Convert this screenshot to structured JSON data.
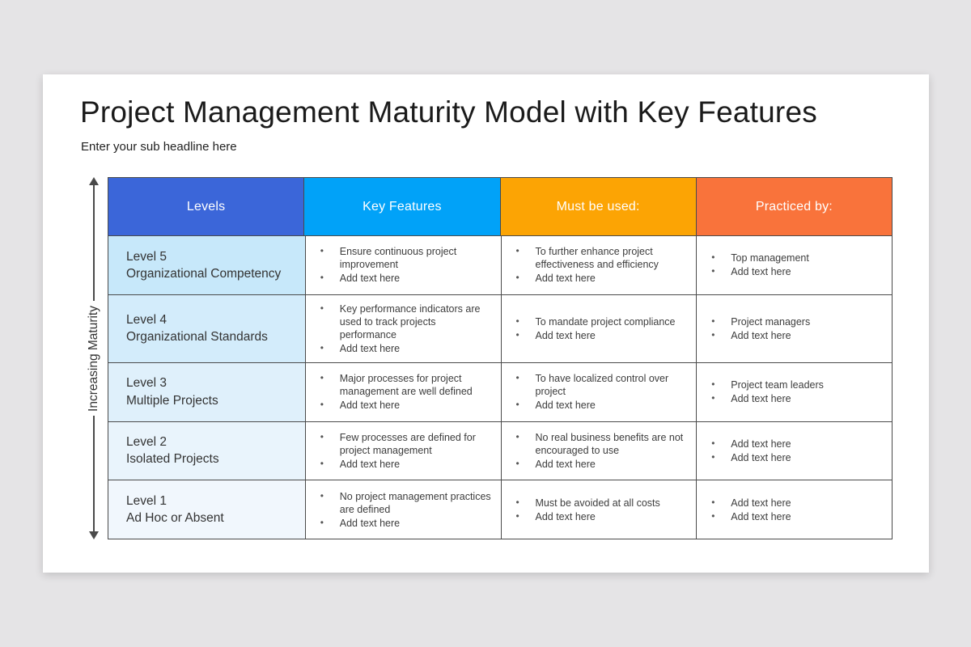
{
  "page": {
    "title": "Project Management Maturity Model with Key Features",
    "subtitle": "Enter your sub headline here"
  },
  "maturity_axis": {
    "label": "Increasing Maturity"
  },
  "colors": {
    "canvas_bg": "#e5e4e6",
    "card_bg": "#ffffff",
    "table_border": "#4a4a4a",
    "header_levels": "#3b66d9",
    "header_key_features": "#01a2f8",
    "header_must_be_used": "#fca404",
    "header_practiced_by": "#f9733b"
  },
  "table": {
    "headers": [
      {
        "label": "Levels",
        "color": "#3b66d9"
      },
      {
        "label": "Key Features",
        "color": "#01a2f8"
      },
      {
        "label": "Must be used:",
        "color": "#fca404"
      },
      {
        "label": "Practiced by:",
        "color": "#f9733b"
      }
    ],
    "rows": [
      {
        "level": "Level 5",
        "name": "Organizational Competency",
        "level_bg": "#c7e8fa",
        "key_features": [
          "Ensure continuous project improvement",
          "Add text here"
        ],
        "must_be_used": [
          "To further enhance project effectiveness  and efficiency",
          "Add text here"
        ],
        "practiced_by": [
          "Top management",
          "Add text here"
        ]
      },
      {
        "level": "Level 4",
        "name": "Organizational Standards",
        "level_bg": "#d3ecfb",
        "key_features": [
          "Key performance indicators are used to track projects performance",
          "Add text here"
        ],
        "must_be_used": [
          "To mandate project compliance",
          "Add text here"
        ],
        "practiced_by": [
          "Project managers",
          "Add text here"
        ]
      },
      {
        "level": "Level 3",
        "name": "Multiple Projects",
        "level_bg": "#dff0fb",
        "key_features": [
          "Major processes for project management are well defined",
          "Add text here"
        ],
        "must_be_used": [
          "To have localized control over project",
          "Add text here"
        ],
        "practiced_by": [
          "Project team leaders",
          "Add text here"
        ]
      },
      {
        "level": "Level 2",
        "name": "Isolated Projects",
        "level_bg": "#e9f4fc",
        "key_features": [
          "Few processes are defined for project management",
          "Add text here"
        ],
        "must_be_used": [
          "No real business benefits are not encouraged to use",
          "Add text here"
        ],
        "practiced_by": [
          "Add text here",
          "Add text here"
        ]
      },
      {
        "level": "Level 1",
        "name": "Ad Hoc or Absent",
        "level_bg": "#f1f7fd",
        "key_features": [
          "No project management practices are defined",
          "Add text here"
        ],
        "must_be_used": [
          "Must be avoided at all costs",
          "Add text here"
        ],
        "practiced_by": [
          "Add text here",
          "Add text here"
        ]
      }
    ]
  }
}
